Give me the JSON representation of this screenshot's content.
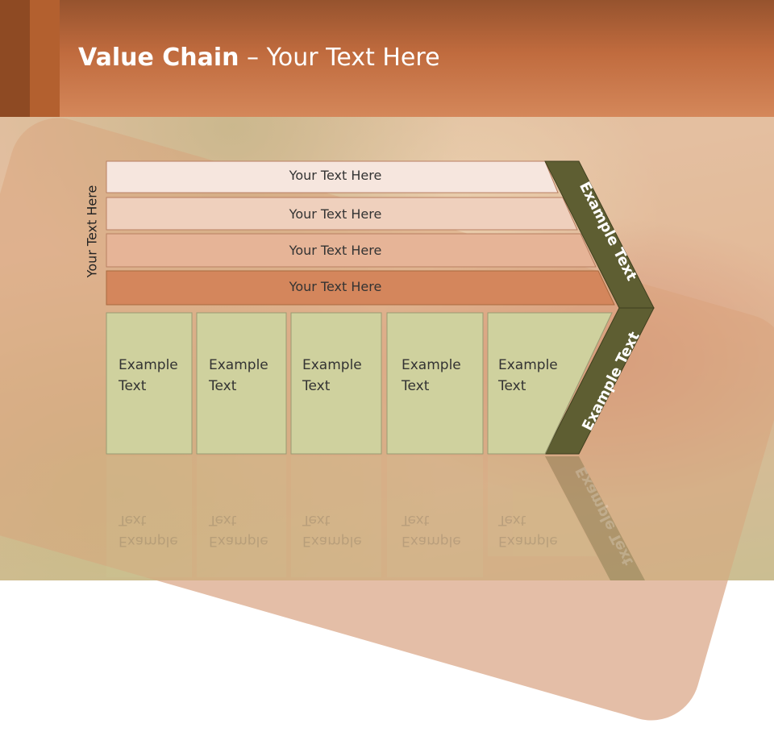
{
  "slide": {
    "title_bold": "Value Chain",
    "title_rest": " – Your Text Here",
    "side_label": "Your Text Here"
  },
  "support_rows": [
    {
      "label": "Your Text Here",
      "fill": "#f6e6de"
    },
    {
      "label": "Your Text Here",
      "fill": "#efd0bd"
    },
    {
      "label": "Your Text Here",
      "fill": "#e6b497"
    },
    {
      "label": "Your Text Here",
      "fill": "#d4865c"
    }
  ],
  "primary_boxes": [
    {
      "line1": "Example",
      "line2": "Text"
    },
    {
      "line1": "Example",
      "line2": "Text"
    },
    {
      "line1": "Example",
      "line2": "Text"
    },
    {
      "line1": "Example",
      "line2": "Text"
    },
    {
      "line1": "Example",
      "line2": "Text"
    }
  ],
  "arrow": {
    "upper_label": "Example Text",
    "lower_label": "Example Text",
    "fill": "#5e5e32"
  },
  "colors": {
    "box_fill": "#cfd19e",
    "header": "#c06b3e"
  }
}
